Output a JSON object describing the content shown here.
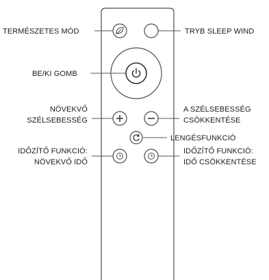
{
  "labels": {
    "natural_mode": "TERMÉSZETES MÓD",
    "sleep_wind": "TRYB SLEEP WIND",
    "power_button": "BE/KI GOMB",
    "increase_speed_line1": "NÖVEKVŐ",
    "increase_speed_line2": "SZÉLSEBESSÉG",
    "decrease_speed_line1": "A SZÉLSEBESSÉG",
    "decrease_speed_line2": "CSÖKKENTÉSE",
    "oscillation": "LENGÉSFUNKCIÓ",
    "timer_increase_line1": "IDŐZÍTŐ FUNKCIÓ:",
    "timer_increase_line2": "NÖVEKVŐ IDŐ",
    "timer_decrease_line1": "IDŐZÍTŐ FUNKCIÓ:",
    "timer_decrease_line2": "IDŐ CSÖKKENTÉSE"
  },
  "icons": {
    "natural_mode": "leaf-icon",
    "sleep_wind": "moon-icon",
    "power": "power-icon",
    "plus": "plus-icon",
    "minus": "minus-icon",
    "oscillation": "rotate-icon",
    "timer_up": "timer-icon",
    "timer_down": "timer-icon"
  },
  "colors": {
    "stroke": "#4a4a4a",
    "text": "#1a1a1a",
    "leader": "#555555"
  }
}
